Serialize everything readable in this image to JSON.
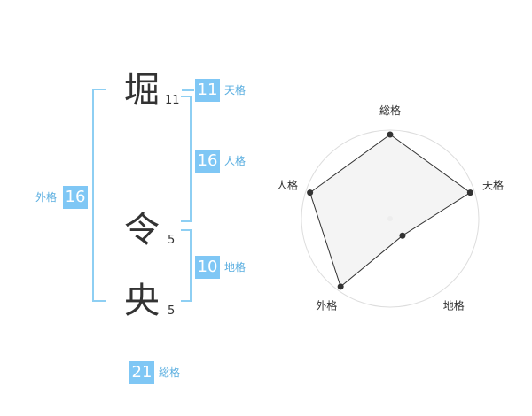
{
  "name": {
    "chars": [
      {
        "char": "堀",
        "strokes": "11"
      },
      {
        "char": "令",
        "strokes": "5"
      },
      {
        "char": "央",
        "strokes": "5"
      }
    ]
  },
  "fortune": {
    "tenkaku": {
      "value": "11",
      "label": "天格"
    },
    "jinkaku": {
      "value": "16",
      "label": "人格"
    },
    "chikaku": {
      "value": "10",
      "label": "地格"
    },
    "gaikaku": {
      "value": "16",
      "label": "外格"
    },
    "soukaku": {
      "value": "21",
      "label": "総格"
    }
  },
  "colors": {
    "accent": "#7fc7f5",
    "bracket": "#8ecff3",
    "label": "#5aaee0",
    "radar_fill": "#f2f2f2",
    "radar_line": "#333333"
  },
  "chart_data": {
    "type": "radar",
    "axes": [
      "総格",
      "天格",
      "地格",
      "外格",
      "人格"
    ],
    "values": [
      4,
      4,
      1,
      4,
      4
    ],
    "max": 4
  }
}
